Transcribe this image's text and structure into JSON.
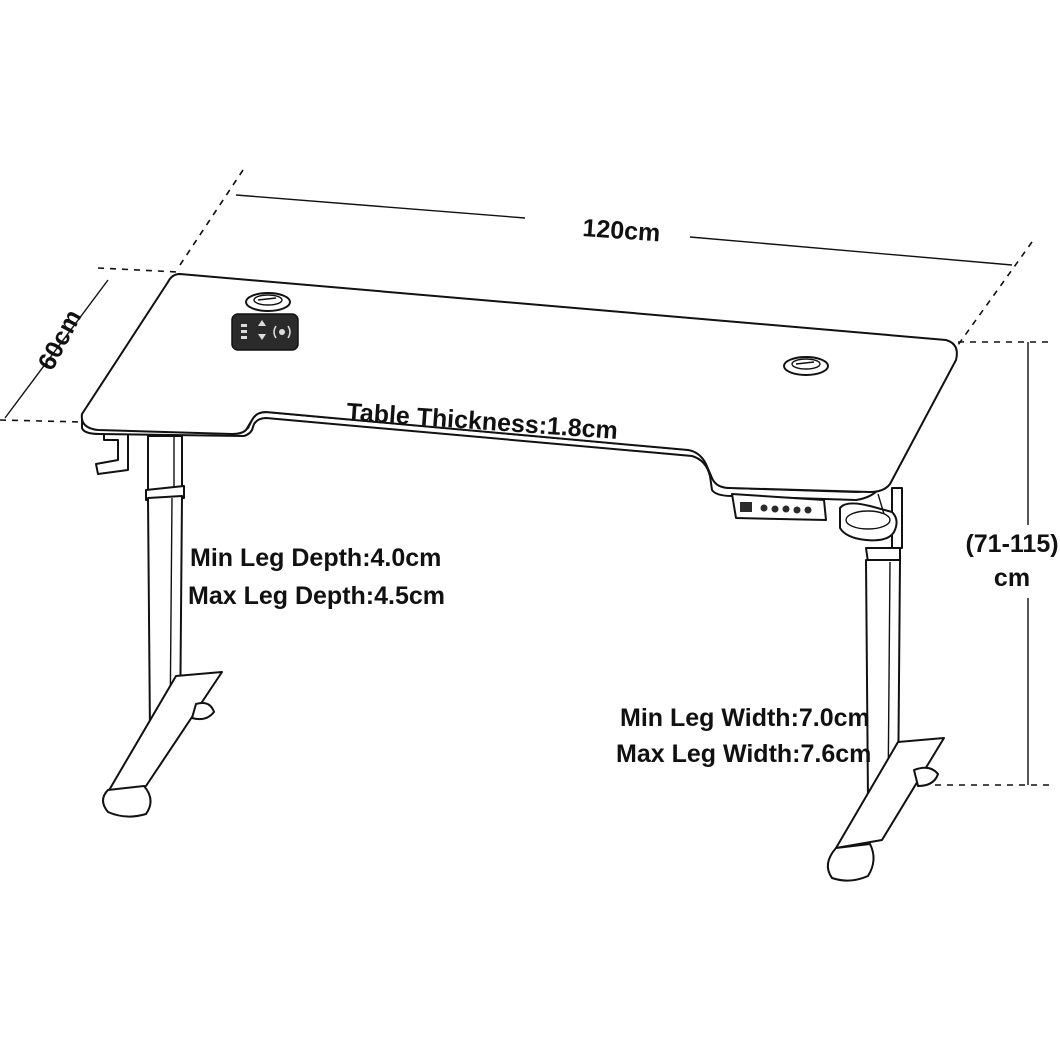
{
  "dimensions": {
    "width": "120cm",
    "depth": "60cm",
    "height_line1": "(71-115)",
    "height_line2": "cm",
    "table_thickness": "Table Thickness:1.8cm",
    "min_leg_depth": "Min Leg Depth:4.0cm",
    "max_leg_depth": "Max Leg Depth:4.5cm",
    "min_leg_width": "Min Leg Width:7.0cm",
    "max_leg_width": "Max Leg Width:7.6cm"
  },
  "colors": {
    "ink": "#111111",
    "background": "#ffffff",
    "panel": "#2b2b2b"
  }
}
